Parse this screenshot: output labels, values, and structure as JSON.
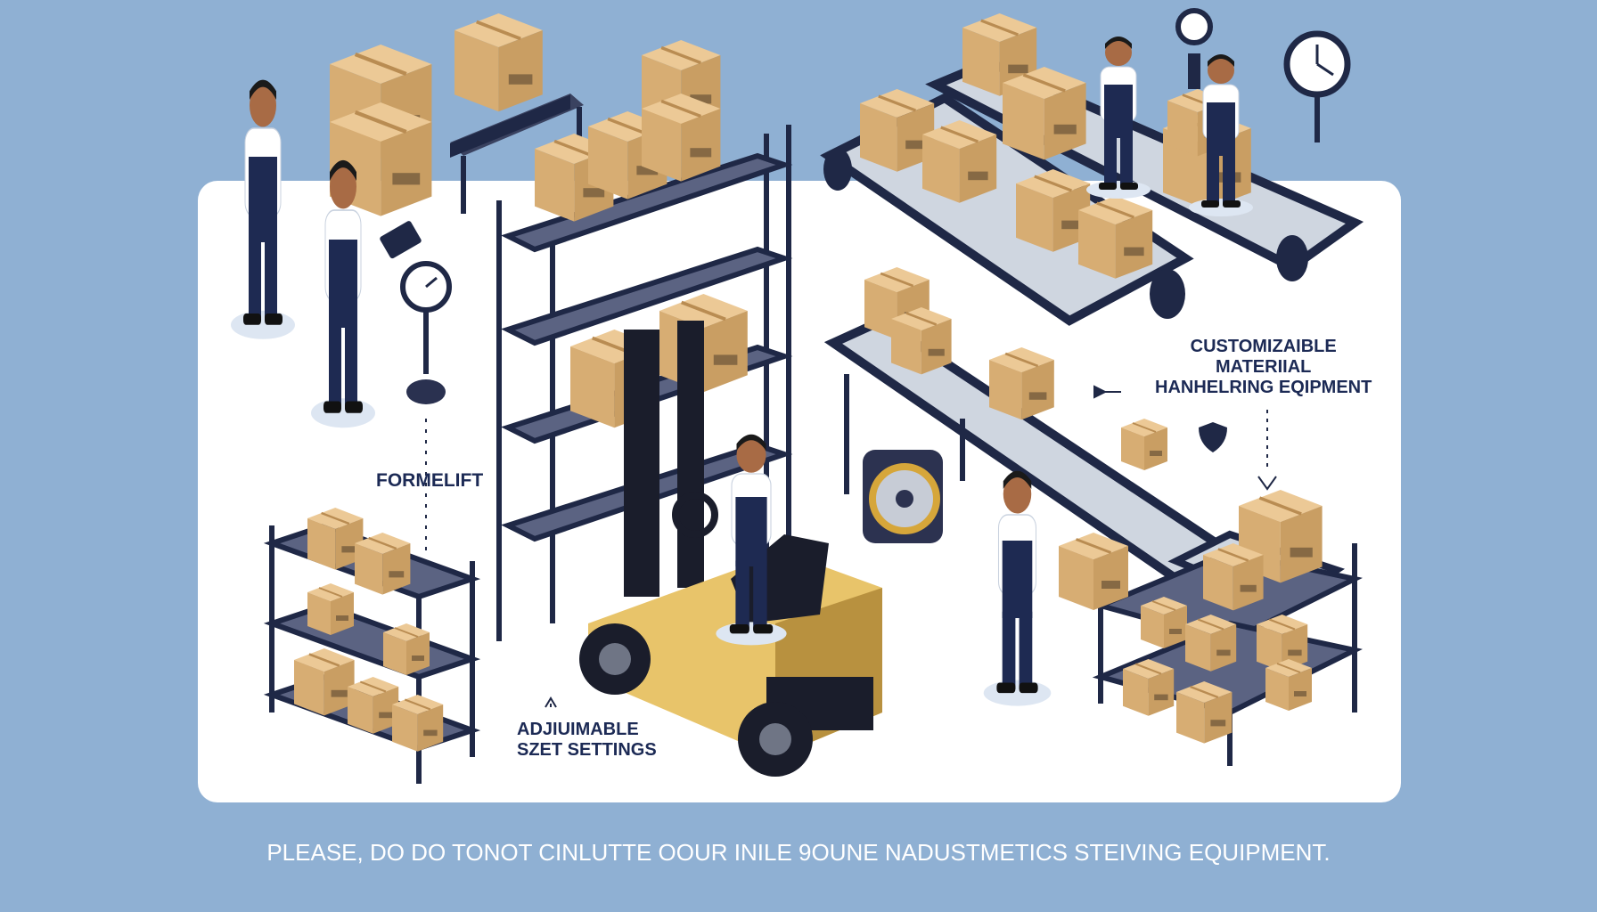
{
  "labels": {
    "forklift": "FORMELIFT",
    "adjustable_line1": "ADJIUIMABLE",
    "adjustable_line2": "SZET SETTINGS",
    "custom_line1": "CUSTOMIZAIBLE",
    "custom_line2": "MATERIIAL",
    "custom_line3": "HANHELRING EQIPMENT"
  },
  "caption": "PLEASE, DO DO TONOT CINLUTTE OOUR INILE 9OUNE NADUSTMETICS STEIVING EQUIPMENT.",
  "colors": {
    "background": "#8fb0d3",
    "panel": "#ffffff",
    "shelf": "#1f2846",
    "box": "#d9b27a",
    "uniform": "#1e2a52",
    "forklift": "#e8c46a",
    "text": "#1c2a55",
    "caption": "#ffffff"
  }
}
